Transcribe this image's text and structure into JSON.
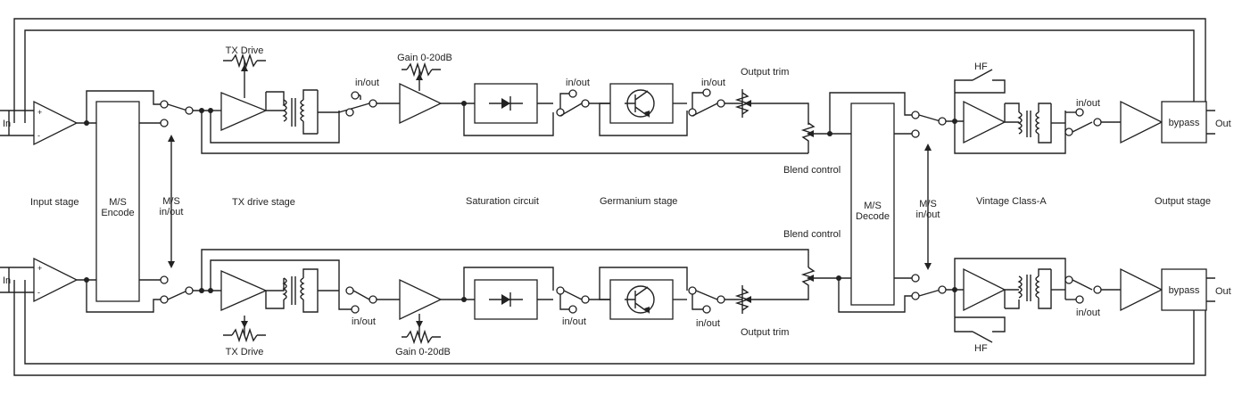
{
  "diagram": {
    "labels": {
      "in_top": "In",
      "in_bottom": "In",
      "out_top": "Out",
      "out_bottom": "Out",
      "plus": "+",
      "minus": "-",
      "tx_drive_top": "TX Drive",
      "tx_drive_bottom": "TX Drive",
      "gain_top": "Gain 0-20dB",
      "gain_bottom": "Gain 0-20dB",
      "output_trim_top": "Output trim",
      "output_trim_bottom": "Output trim",
      "blend_control_top": "Blend control",
      "blend_control_bottom": "Blend control",
      "hf_top": "HF",
      "hf_bottom": "HF",
      "inout": "in/out",
      "ms_encode_1": "M/S",
      "ms_encode_2": "Encode",
      "ms_decode_1": "M/S",
      "ms_decode_2": "Decode",
      "ms_inout_1": "M/S",
      "ms_inout_2": "in/out",
      "bypass_top": "bypass",
      "bypass_bottom": "bypass"
    },
    "stages": {
      "input": "Input stage",
      "tx_drive": "TX drive stage",
      "saturation": "Saturation circuit",
      "germanium": "Germanium stage",
      "vintage": "Vintage Class-A",
      "output": "Output stage"
    },
    "colors": {
      "line": "#222222",
      "background": "#ffffff"
    }
  }
}
